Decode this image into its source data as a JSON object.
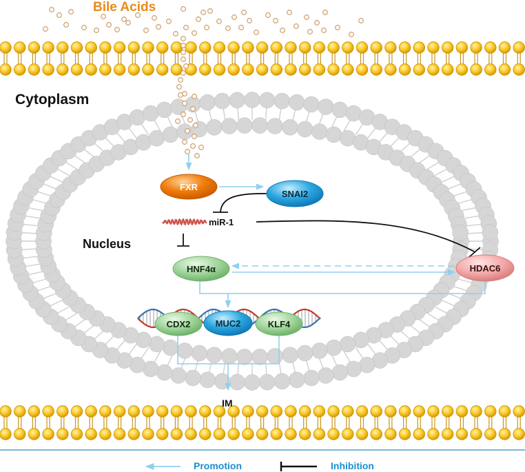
{
  "labels": {
    "bile_acids": "Bile Acids",
    "cytoplasm": "Cytoplasm",
    "nucleus": "Nucleus",
    "im": "IM"
  },
  "nodes": {
    "fxr": "FXR",
    "snai2": "SNAI2",
    "mir1": "miR-1",
    "hnf4a": "HNF4α",
    "hdac6": "HDAC6",
    "cdx2": "CDX2",
    "muc2": "MUC2",
    "klf4": "KLF4"
  },
  "legend": {
    "promotion": "Promotion",
    "inhibition": "Inhibition"
  },
  "colors": {
    "bile_acid_label": "#e88a1a",
    "lipid_head": "#f2b400",
    "lipid_head_light": "#ffd94a",
    "lipid_tail": "#c9951a",
    "nuclear_envelope": "#d4d4d4",
    "promotion_arrow": "#8fcfee",
    "inhibition_line": "#111111",
    "legend_text": "#1a8fd1",
    "fxr": "#f07c0a",
    "snai2": "#2aa7e0",
    "hnf4a": "#8dcf8a",
    "hdac6": "#f3a8a8",
    "cdx2": "#9fd39a",
    "muc2": "#2aa7e0",
    "klf4": "#9fd39a",
    "baseline": "#4a9fd0"
  }
}
